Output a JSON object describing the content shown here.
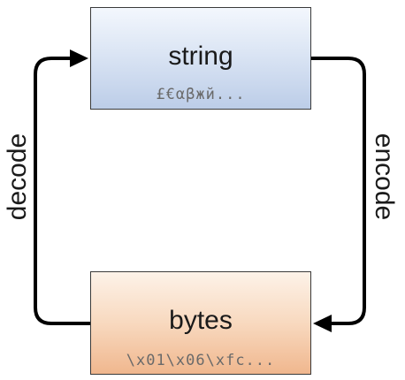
{
  "nodes": {
    "string": {
      "title": "string",
      "sample": "£€αβжй..."
    },
    "bytes": {
      "title": "bytes",
      "sample": "\\x01\\x06\\xfc..."
    }
  },
  "edges": {
    "encode": {
      "label": "encode",
      "from": "string",
      "to": "bytes"
    },
    "decode": {
      "label": "decode",
      "from": "bytes",
      "to": "string"
    }
  },
  "colors": {
    "string_box": "#c9d7ee",
    "bytes_box": "#f6c9a6",
    "arrow": "#000000",
    "border": "#3a3a3a"
  }
}
